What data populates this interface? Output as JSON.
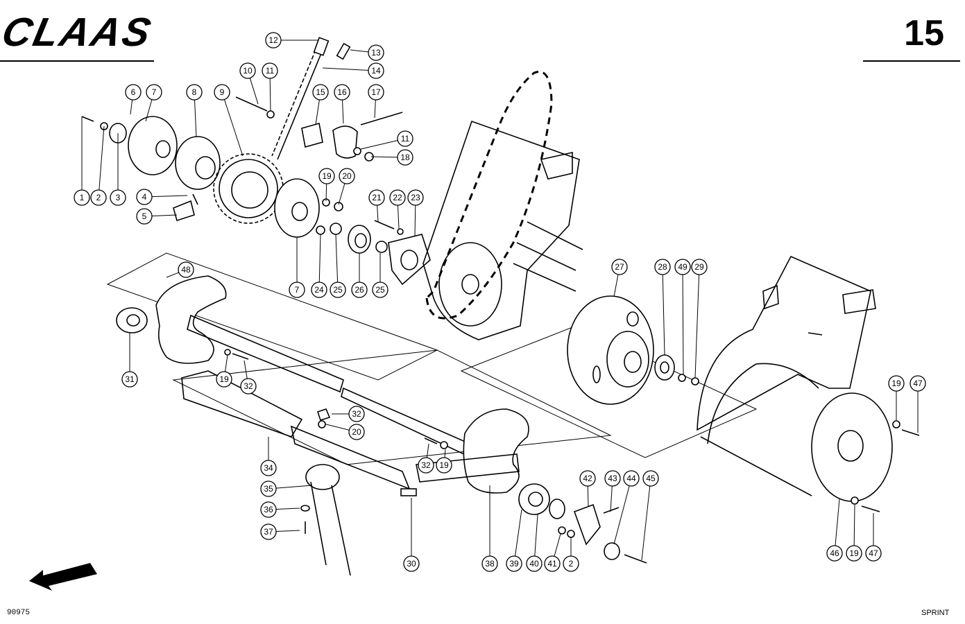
{
  "header": {
    "brand": "CLAAS",
    "page_number": "15"
  },
  "footer": {
    "doc_number": "90975",
    "model": "SPRINT"
  },
  "labels": [
    "1",
    "2",
    "3",
    "4",
    "5",
    "6",
    "7",
    "8",
    "9",
    "10",
    "11",
    "12",
    "13",
    "14",
    "15",
    "16",
    "17",
    "11",
    "18",
    "19",
    "20",
    "21",
    "22",
    "23",
    "7",
    "24",
    "25",
    "26",
    "25",
    "27",
    "28",
    "49",
    "29",
    "48",
    "31",
    "19",
    "32",
    "32",
    "20",
    "32",
    "19",
    "34",
    "35",
    "36",
    "37",
    "30",
    "38",
    "39",
    "40",
    "41",
    "2",
    "42",
    "43",
    "44",
    "45",
    "19",
    "47",
    "46",
    "19",
    "47"
  ]
}
